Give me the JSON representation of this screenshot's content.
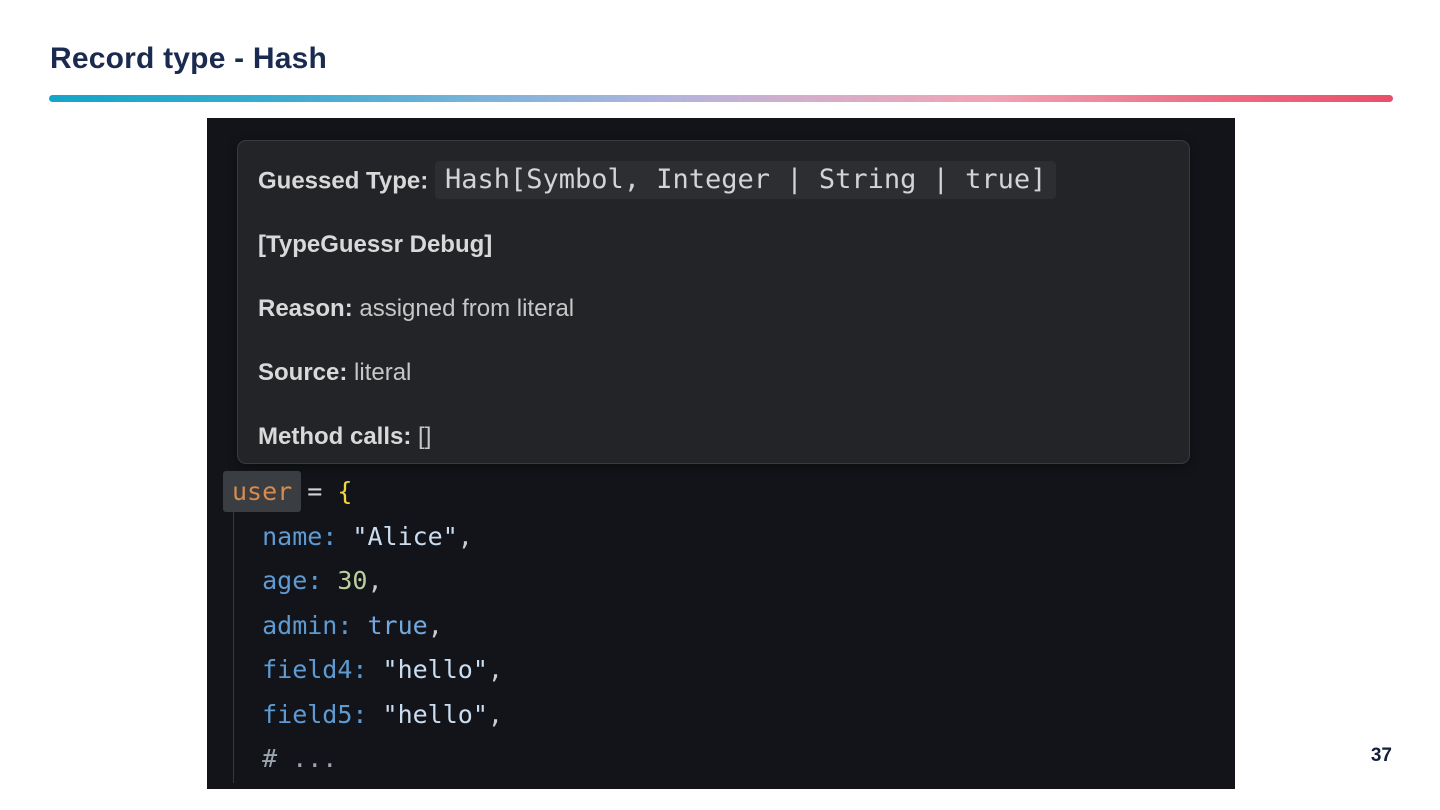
{
  "slide": {
    "title": "Record type - Hash",
    "page_number": "37",
    "title_color": "#1B2B50",
    "accent_gradient": {
      "start": "#14A5C8",
      "middle": "#B2B4DD",
      "end": "#E84F6A"
    }
  },
  "editor": {
    "background_color": "#131419",
    "hover_tooltip": {
      "background_color": "#232428",
      "guessed_type_label": "Guessed Type:",
      "guessed_type_value": "Hash[Symbol, Integer | String | true]",
      "debug_header": "[TypeGuessr Debug]",
      "reason_label": "Reason:",
      "reason_value": "assigned from literal",
      "source_label": "Source:",
      "source_value": "literal",
      "method_calls_label": "Method calls:",
      "method_calls_value": "[]"
    },
    "code": {
      "highlighted_word": "user",
      "lines": [
        {
          "tokens": [
            {
              "text": "user"
            },
            {
              "text": " = "
            },
            {
              "text": "{"
            }
          ]
        },
        {
          "tokens": [
            {
              "text": "  name:"
            },
            {
              "text": " "
            },
            {
              "text": "\"Alice\""
            },
            {
              "text": ","
            }
          ]
        },
        {
          "tokens": [
            {
              "text": "  age:"
            },
            {
              "text": " "
            },
            {
              "text": "30"
            },
            {
              "text": ","
            }
          ]
        },
        {
          "tokens": [
            {
              "text": "  admin:"
            },
            {
              "text": " "
            },
            {
              "text": "true"
            },
            {
              "text": ","
            }
          ]
        },
        {
          "tokens": [
            {
              "text": "  field4:"
            },
            {
              "text": " "
            },
            {
              "text": "\"hello\""
            },
            {
              "text": ","
            }
          ]
        },
        {
          "tokens": [
            {
              "text": "  field5:"
            },
            {
              "text": " "
            },
            {
              "text": "\"hello\""
            },
            {
              "text": ","
            }
          ]
        },
        {
          "tokens": [
            {
              "text": "  # ..."
            }
          ]
        }
      ]
    }
  }
}
